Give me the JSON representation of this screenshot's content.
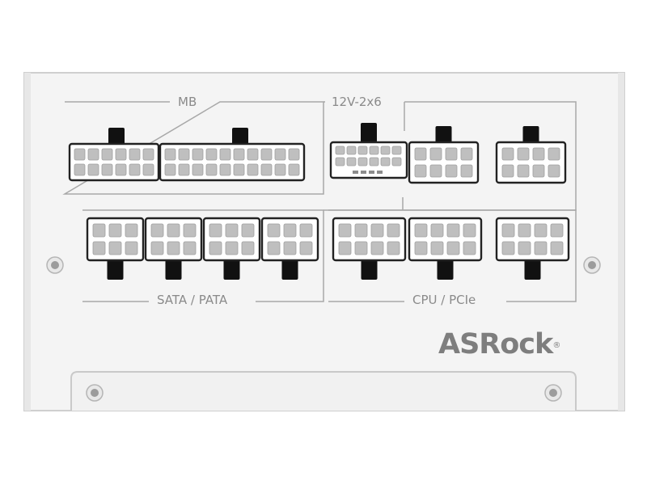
{
  "labels": {
    "mb": "MB",
    "twelve_v": "12V-2x6",
    "sata_pata": "SATA / PATA",
    "cpu_pcie": "CPU / PCIe"
  },
  "brand": {
    "logo": "ASRock",
    "registered": "®"
  },
  "colors": {
    "panel": "#f4f4f4",
    "outline": "#9a9a9a",
    "socket_body": "#ffffff",
    "pin": "#bfbfbf",
    "latch": "#111111",
    "logo": "#7e7e7e"
  },
  "connectors": {
    "mb": {
      "rows": 2,
      "cols": 16,
      "pin_split": [
        6,
        10
      ]
    },
    "twelve_v_2x6": {
      "rows": 2,
      "cols": 6,
      "sense_pins": 4
    },
    "top_right": [
      {
        "rows": 2,
        "cols": 4
      },
      {
        "rows": 2,
        "cols": 4
      }
    ],
    "sata_pata": [
      {
        "rows": 2,
        "cols": 3
      },
      {
        "rows": 2,
        "cols": 3
      },
      {
        "rows": 2,
        "cols": 3
      },
      {
        "rows": 2,
        "cols": 3
      }
    ],
    "cpu_pcie": [
      {
        "rows": 2,
        "cols": 4
      },
      {
        "rows": 2,
        "cols": 4
      },
      {
        "rows": 2,
        "cols": 4
      }
    ]
  }
}
